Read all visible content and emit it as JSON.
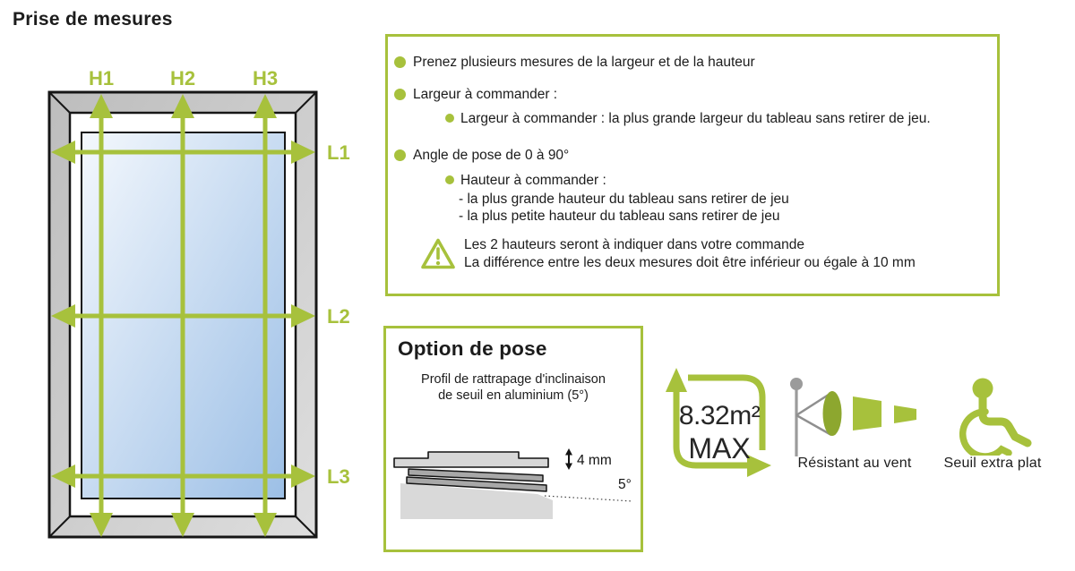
{
  "colors": {
    "accent": "#a7c13c",
    "accent_dark": "#8da72f",
    "ink": "#1c1c1c",
    "pole_gray": "#9b9b9b",
    "frame_gray_light": "#d8d8d8",
    "frame_gray_dark": "#bdbdbd",
    "glass_light": "#f4f8fd",
    "glass_dark": "#9cbfe6"
  },
  "page": {
    "title": "Prise de mesures"
  },
  "measure_diagram": {
    "h_labels": [
      "H1",
      "H2",
      "H3"
    ],
    "l_labels": [
      "L1",
      "L2",
      "L3"
    ]
  },
  "info_box": {
    "bullet1": "Prenez plusieurs mesures de la largeur et de la hauteur",
    "bullet2": "Largeur à commander :",
    "bullet2_sub": "Largeur à commander : la plus grande largeur du tableau sans retirer de jeu.",
    "bullet3": "Angle de pose de 0 à 90°",
    "bullet3_sub": "Hauteur à commander :",
    "bullet3_sub_line1": "- la plus grande hauteur du tableau sans retirer de jeu",
    "bullet3_sub_line2": "- la plus petite hauteur du tableau sans retirer de jeu",
    "warning_line1": "Les 2 hauteurs seront à indiquer dans votre commande",
    "warning_line2": "La différence entre les deux mesures doit être inférieur ou égale à 10 mm"
  },
  "option_box": {
    "title": "Option de pose",
    "desc_line1": "Profil de rattrapage d'inclinaison",
    "desc_line2": "de seuil en aluminium (5°)",
    "thickness_label": "4 mm",
    "angle_label": "5°"
  },
  "badges": {
    "max_area_value": "8.32m²",
    "max_area_unit": "MAX",
    "wind_label": "Résistant au vent",
    "threshold_label": "Seuil extra plat"
  }
}
